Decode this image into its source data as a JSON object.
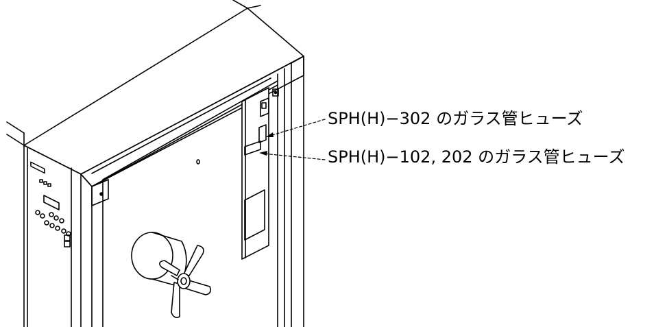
{
  "diagram": {
    "callouts": [
      {
        "id": "fuse-302",
        "text": "SPH(H)−302 のガラス管ヒューズ"
      },
      {
        "id": "fuse-102-202",
        "text": "SPH(H)−102, 202 のガラス管ヒューズ"
      }
    ],
    "colors": {
      "line": "#000000",
      "background": "#ffffff"
    }
  }
}
